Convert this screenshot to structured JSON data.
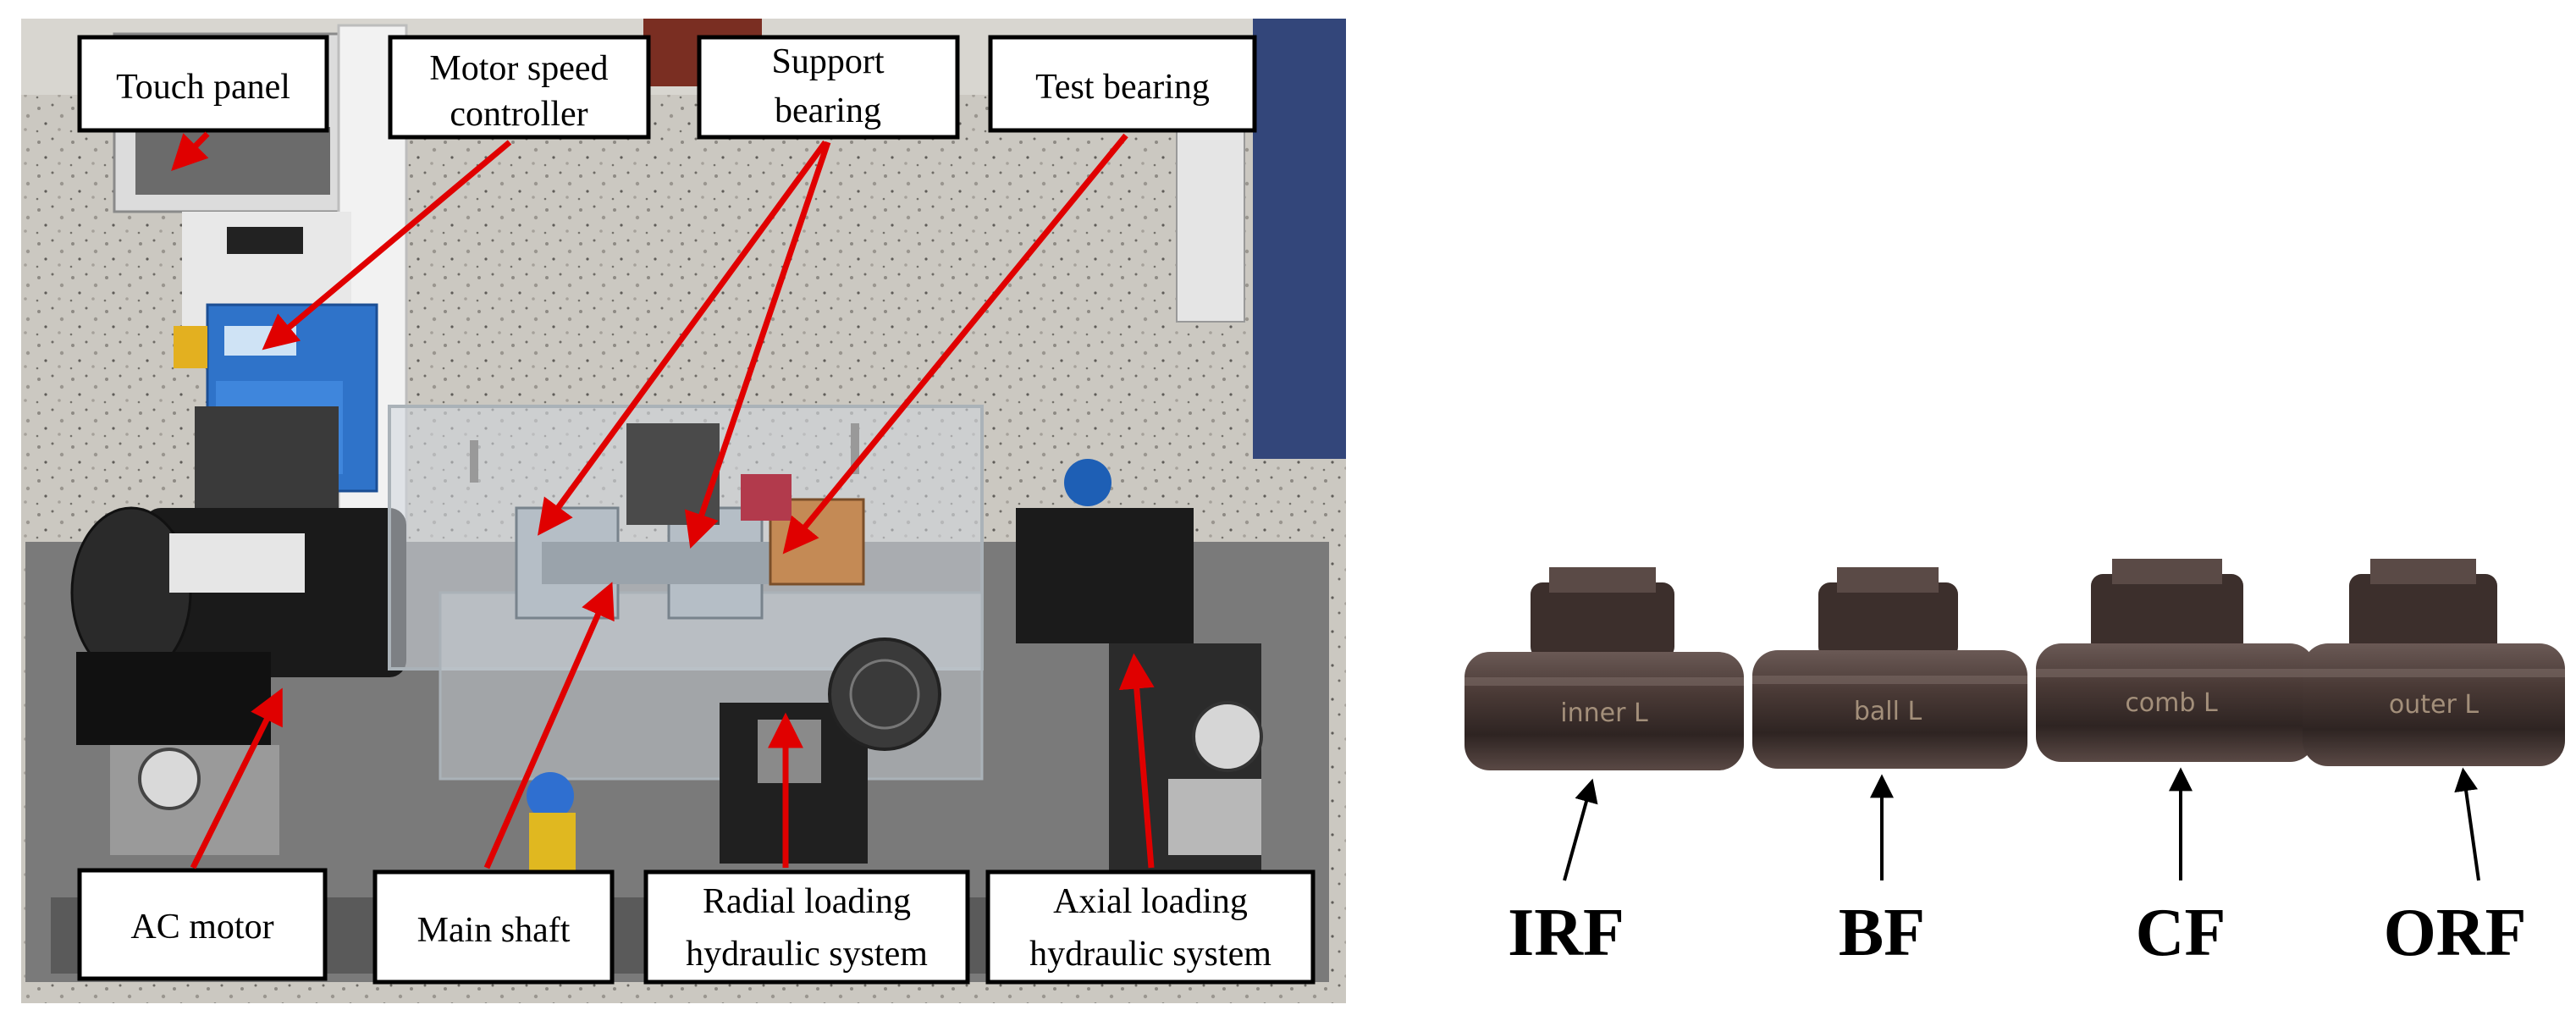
{
  "callouts": {
    "touch_panel": "Touch panel",
    "motor_speed_controller": [
      "Motor speed",
      "controller"
    ],
    "support_bearing": [
      "Support",
      "bearing"
    ],
    "test_bearing": "Test bearing",
    "ac_motor": "AC motor",
    "main_shaft": "Main shaft",
    "radial_loading": [
      "Radial loading",
      "hydraulic system"
    ],
    "axial_loading": [
      "Axial loading",
      "hydraulic system"
    ]
  },
  "bearing_engravings": [
    "inner L",
    "ball L",
    "comb L",
    "outer L"
  ],
  "bearing_labels": [
    "IRF",
    "BF",
    "CF",
    "ORF"
  ],
  "colors": {
    "arrow_red": "#e00000",
    "floor": "#c9c6bf",
    "bearing_metal": "#4a3a36"
  }
}
